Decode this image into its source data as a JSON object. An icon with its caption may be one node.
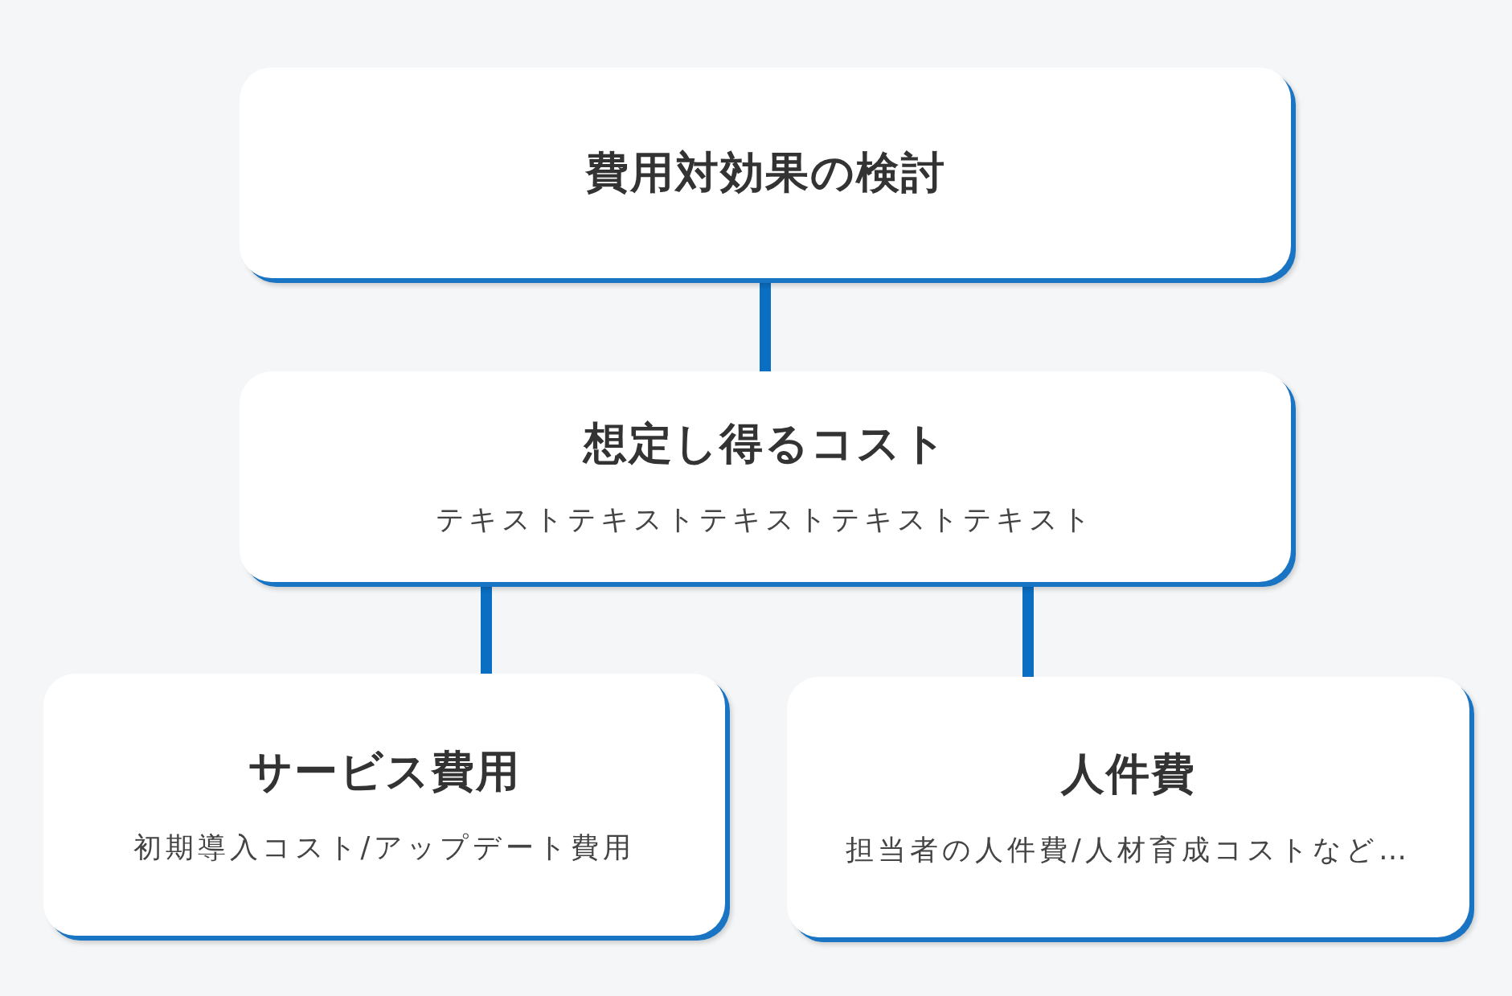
{
  "diagram": {
    "nodes": [
      {
        "text": [
          "費用対効果の検討"
        ]
      },
      {
        "text": [
          "想定し得るコスト",
          "テキストテキストテキストテキストテキスト"
        ]
      },
      {
        "text": [
          "サービス費用",
          "初期導入コスト/アップデート費用"
        ]
      },
      {
        "text": [
          "人件費",
          "担当者の人件費/人材育成コストなど…"
        ]
      }
    ],
    "edges": [
      {
        "from": 0,
        "to": 1,
        "arrow": "none"
      },
      {
        "from": 1,
        "to": 2,
        "arrow": "none"
      },
      {
        "from": 1,
        "to": 3,
        "arrow": "none"
      }
    ]
  }
}
